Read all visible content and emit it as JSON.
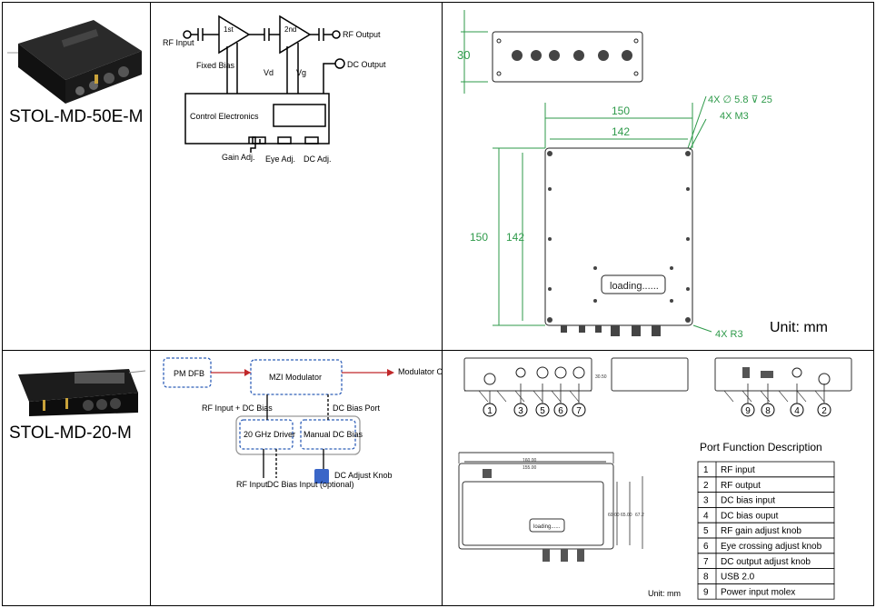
{
  "rows": [
    {
      "model": "STOL-MD-50E-M",
      "block_diagram": {
        "rf_input": "RF Input",
        "amp1": "1st",
        "amp2": "2nd",
        "rf_output": "RF Output",
        "dc_output": "DC Output",
        "fixed_bias": "Fixed Bias",
        "vd": "Vd",
        "vg": "Vg",
        "control": "Control Electronics",
        "gain_adj": "Gain Adj.",
        "eye_adj": "Eye Adj.",
        "dc_adj": "DC Adj."
      },
      "drawing": {
        "dim_30": "30",
        "dim_150_top": "150",
        "dim_142_top": "142",
        "dim_150_side": "150",
        "dim_142_side": "142",
        "hole_note": "4X ∅ 5.8 ⊽ 25",
        "thread_note": "4X M3",
        "radius_note": "4X R3",
        "label": "loading......",
        "unit": "Unit: mm"
      }
    },
    {
      "model": "STOL-MD-20-M",
      "block_diagram": {
        "pm_dfb": "PM DFB",
        "mzi": "MZI Modulator",
        "mod_output": "Modulator Output",
        "rf_dc_bias": "RF Input + DC Bias",
        "dc_bias_port": "DC Bias Port",
        "driver": "20 GHz Driver",
        "manual_dc": "Manual DC Bias",
        "rf_input": "RF Input",
        "dc_bias_input": "DC Bias Input (optional)",
        "dc_knob": "DC Adjust Knob"
      },
      "drawing": {
        "dim_160": "160.00",
        "dim_155": "155.00",
        "dim_60": "60.00",
        "dim_65": "65.00",
        "dim_67": "67.2",
        "dim_side": "30.50",
        "label": "loading......",
        "unit": "Unit: mm",
        "callouts": [
          "1",
          "3",
          "5",
          "6",
          "7",
          "9",
          "8",
          "4",
          "2"
        ]
      },
      "port_table": {
        "title": "Port  Function  Description",
        "rows": [
          {
            "num": "1",
            "desc": "RF input"
          },
          {
            "num": "2",
            "desc": "RF output"
          },
          {
            "num": "3",
            "desc": "DC bias input"
          },
          {
            "num": "4",
            "desc": "DC bias ouput"
          },
          {
            "num": "5",
            "desc": "RF gain adjust knob"
          },
          {
            "num": "6",
            "desc": "Eye crossing adjust knob"
          },
          {
            "num": "7",
            "desc": "DC output adjust knob"
          },
          {
            "num": "8",
            "desc": "USB 2.0"
          },
          {
            "num": "9",
            "desc": "Power input molex"
          }
        ]
      }
    }
  ],
  "colors": {
    "drawing_green": "#2e9a4a",
    "dashed_blue": "#2f5fb8",
    "arrow_red": "#c0282a",
    "knob_blue": "#3a66c8"
  }
}
